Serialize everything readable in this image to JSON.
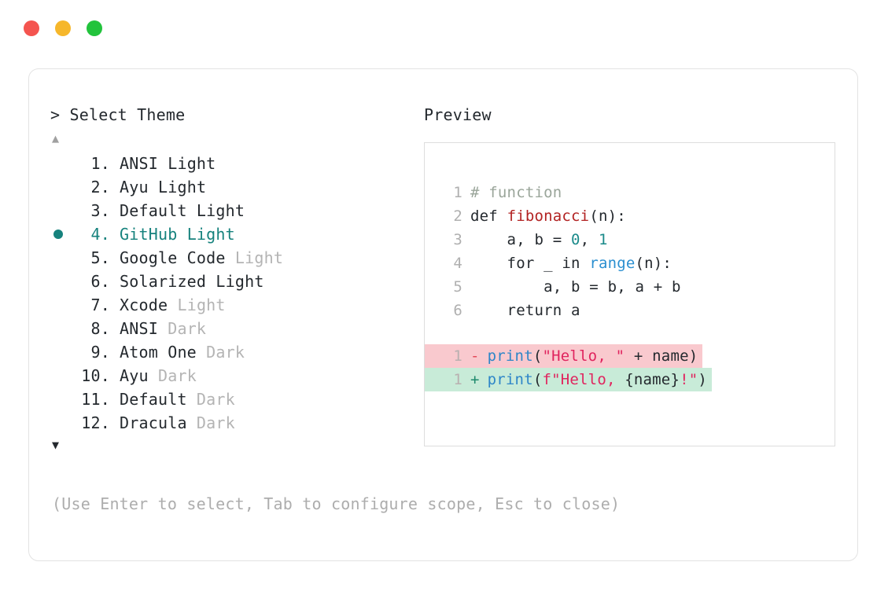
{
  "window": {
    "dots": [
      {
        "name": "close",
        "color": "#f4544f"
      },
      {
        "name": "minimize",
        "color": "#f6b72b"
      },
      {
        "name": "maximize",
        "color": "#22c33c"
      }
    ]
  },
  "selector": {
    "prompt": "> Select Theme",
    "scroll_up": "▲",
    "scroll_down": "▼",
    "selected_index": 4,
    "items": [
      {
        "num": " 1.",
        "name": "ANSI",
        "variant": "Light",
        "variant_dim": false,
        "selected": false
      },
      {
        "num": " 2.",
        "name": "Ayu",
        "variant": "Light",
        "variant_dim": false,
        "selected": false
      },
      {
        "num": " 3.",
        "name": "Default",
        "variant": "Light",
        "variant_dim": false,
        "selected": false
      },
      {
        "num": " 4.",
        "name": "GitHub",
        "variant": "Light",
        "variant_dim": false,
        "selected": true
      },
      {
        "num": " 5.",
        "name": "Google Code",
        "variant": "Light",
        "variant_dim": true,
        "selected": false
      },
      {
        "num": " 6.",
        "name": "Solarized",
        "variant": "Light",
        "variant_dim": false,
        "selected": false
      },
      {
        "num": " 7.",
        "name": "Xcode",
        "variant": "Light",
        "variant_dim": true,
        "selected": false
      },
      {
        "num": " 8.",
        "name": "ANSI",
        "variant": "Dark",
        "variant_dim": true,
        "selected": false
      },
      {
        "num": " 9.",
        "name": "Atom One",
        "variant": "Dark",
        "variant_dim": true,
        "selected": false
      },
      {
        "num": "10.",
        "name": "Ayu",
        "variant": "Dark",
        "variant_dim": true,
        "selected": false
      },
      {
        "num": "11.",
        "name": "Default",
        "variant": "Dark",
        "variant_dim": true,
        "selected": false
      },
      {
        "num": "12.",
        "name": "Dracula",
        "variant": "Dark",
        "variant_dim": true,
        "selected": false
      }
    ],
    "footer_hint": "(Use Enter to select, Tab to configure scope, Esc to close)"
  },
  "preview": {
    "label": "Preview",
    "code_lines": [
      {
        "n": "1",
        "tokens": [
          {
            "t": "# function",
            "c": "tok-comment"
          }
        ]
      },
      {
        "n": "2",
        "tokens": [
          {
            "t": "def ",
            "c": "tok-keyword"
          },
          {
            "t": "fibonacci",
            "c": "tok-func"
          },
          {
            "t": "(n):",
            "c": "tok-plain"
          }
        ]
      },
      {
        "n": "3",
        "tokens": [
          {
            "t": "    a, b = ",
            "c": "tok-plain"
          },
          {
            "t": "0",
            "c": "tok-num"
          },
          {
            "t": ", ",
            "c": "tok-plain"
          },
          {
            "t": "1",
            "c": "tok-num"
          }
        ]
      },
      {
        "n": "4",
        "tokens": [
          {
            "t": "    for _ in ",
            "c": "tok-plain"
          },
          {
            "t": "range",
            "c": "tok-builtin"
          },
          {
            "t": "(n):",
            "c": "tok-plain"
          }
        ]
      },
      {
        "n": "5",
        "tokens": [
          {
            "t": "        a, b = b, a + b",
            "c": "tok-plain"
          }
        ]
      },
      {
        "n": "6",
        "tokens": [
          {
            "t": "    return a",
            "c": "tok-plain"
          }
        ]
      }
    ],
    "diff_lines": [
      {
        "n": "1",
        "sign": "-",
        "kind": "diff-del",
        "tokens": [
          {
            "t": "print",
            "c": "tok-call"
          },
          {
            "t": "(",
            "c": "tok-plain"
          },
          {
            "t": "\"Hello, \"",
            "c": "tok-string"
          },
          {
            "t": " + name)",
            "c": "tok-plain"
          }
        ]
      },
      {
        "n": "1",
        "sign": "+",
        "kind": "diff-add",
        "tokens": [
          {
            "t": "print",
            "c": "tok-call"
          },
          {
            "t": "(",
            "c": "tok-plain"
          },
          {
            "t": "f\"Hello, ",
            "c": "tok-string"
          },
          {
            "t": "{name}",
            "c": "tok-plain"
          },
          {
            "t": "!\"",
            "c": "tok-string"
          },
          {
            "t": ")",
            "c": "tok-plain"
          }
        ]
      }
    ]
  },
  "colors": {
    "accent_teal": "#16827d",
    "diff_removed_bg": "#f9c9ce",
    "diff_added_bg": "#c8ebd8",
    "border": "#e3e3e3",
    "dim_text": "#b4b4b4"
  }
}
